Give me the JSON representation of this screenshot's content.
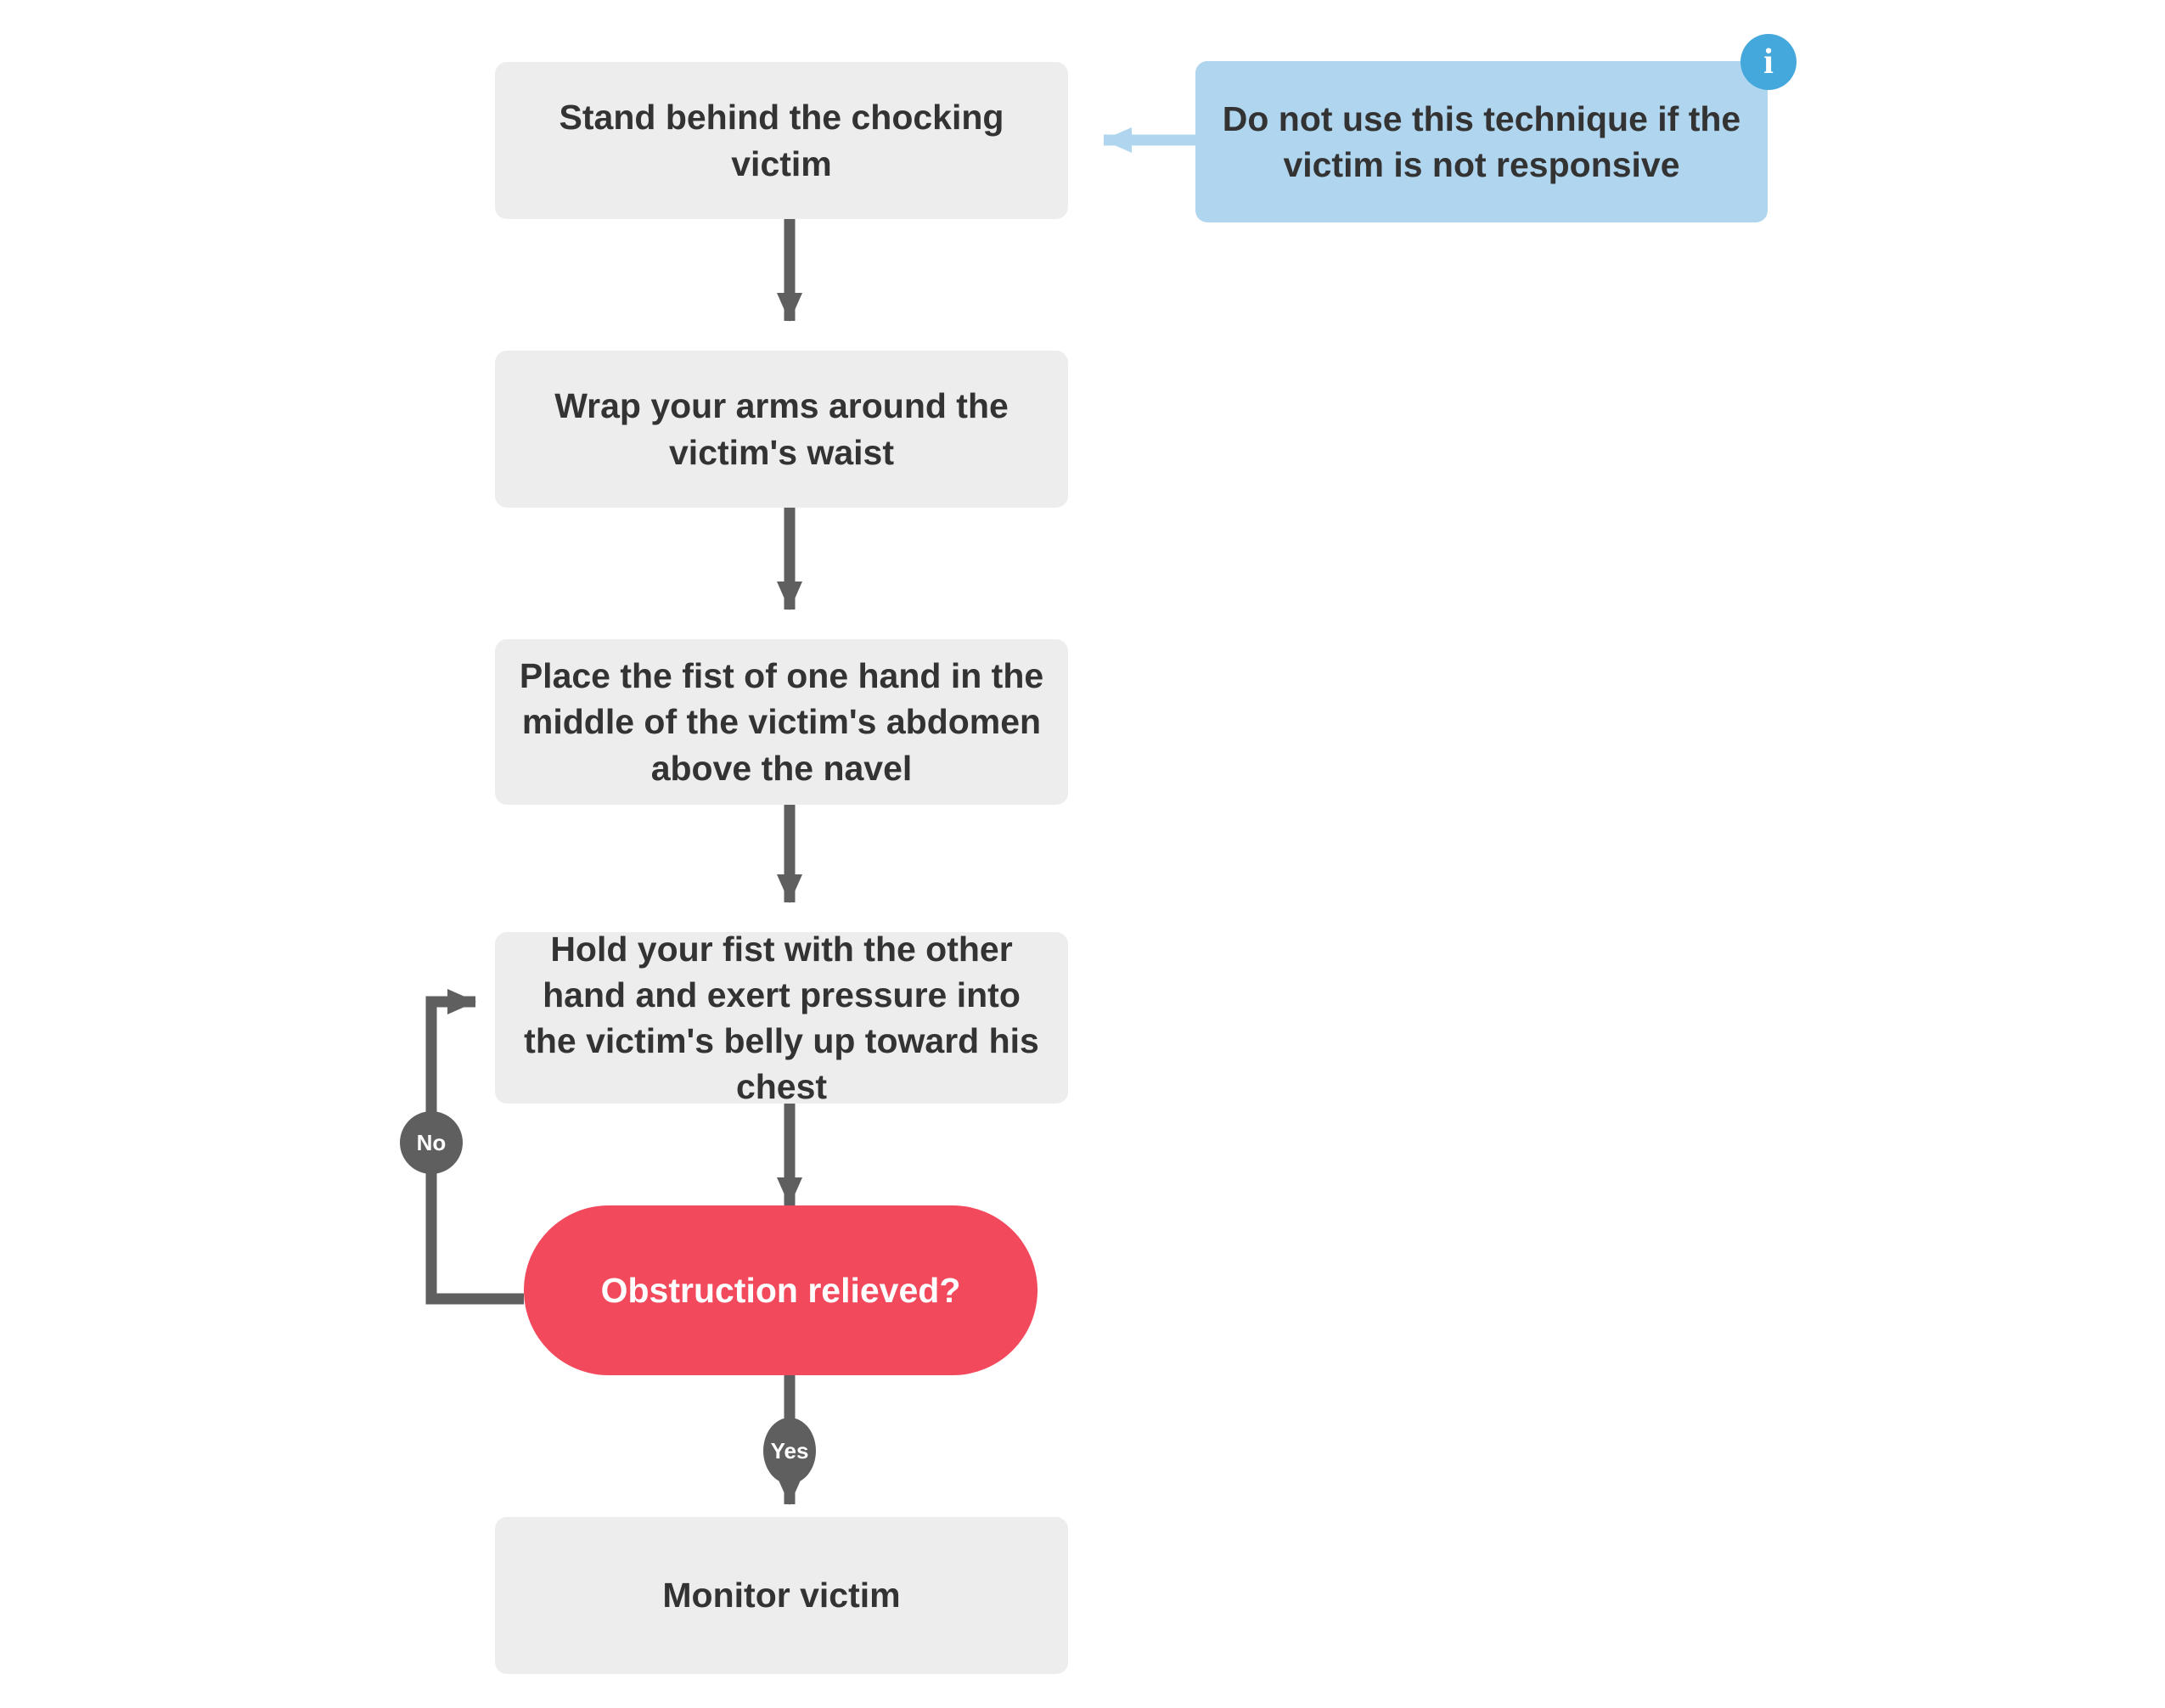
{
  "diagram": {
    "title": "Choking relief (abdominal thrusts) procedure flowchart",
    "background_color": "#ffffff",
    "colors": {
      "process_fill": "#ededed",
      "process_text": "#333333",
      "decision_fill": "#f2495c",
      "decision_text": "#ffffff",
      "note_fill": "#b0d5ee",
      "note_text": "#333333",
      "note_arrow": "#b0d5ee",
      "info_badge_fill": "#44a8dd",
      "edge_color": "#5f5f5f",
      "edge_label_fill": "#5f5f5f",
      "edge_label_text": "#ffffff"
    },
    "nodes": [
      {
        "id": "stand",
        "type": "process",
        "label": "Stand behind the chocking victim"
      },
      {
        "id": "wrap",
        "type": "process",
        "label": "Wrap your arms around the victim's waist"
      },
      {
        "id": "place",
        "type": "process",
        "label": "Place the fist of one hand in the middle of the victim's abdomen above the navel"
      },
      {
        "id": "hold",
        "type": "process",
        "label": "Hold your fist with the other hand and exert pressure into the victim's belly up toward his chest"
      },
      {
        "id": "decision",
        "type": "decision",
        "label": "Obstruction relieved?"
      },
      {
        "id": "monitor",
        "type": "process",
        "label": "Monitor victim"
      },
      {
        "id": "note",
        "type": "note",
        "label": "Do not use this technique if the victim is not responsive",
        "badge_icon": "info-icon",
        "badge_glyph": "i"
      }
    ],
    "edges": [
      {
        "from": "stand",
        "to": "wrap",
        "label": ""
      },
      {
        "from": "wrap",
        "to": "place",
        "label": ""
      },
      {
        "from": "place",
        "to": "hold",
        "label": ""
      },
      {
        "from": "hold",
        "to": "decision",
        "label": ""
      },
      {
        "from": "decision",
        "to": "hold",
        "label": "No"
      },
      {
        "from": "decision",
        "to": "monitor",
        "label": "Yes"
      },
      {
        "from": "note",
        "to": "stand",
        "label": ""
      }
    ],
    "edge_labels": {
      "no": "No",
      "yes": "Yes"
    }
  }
}
